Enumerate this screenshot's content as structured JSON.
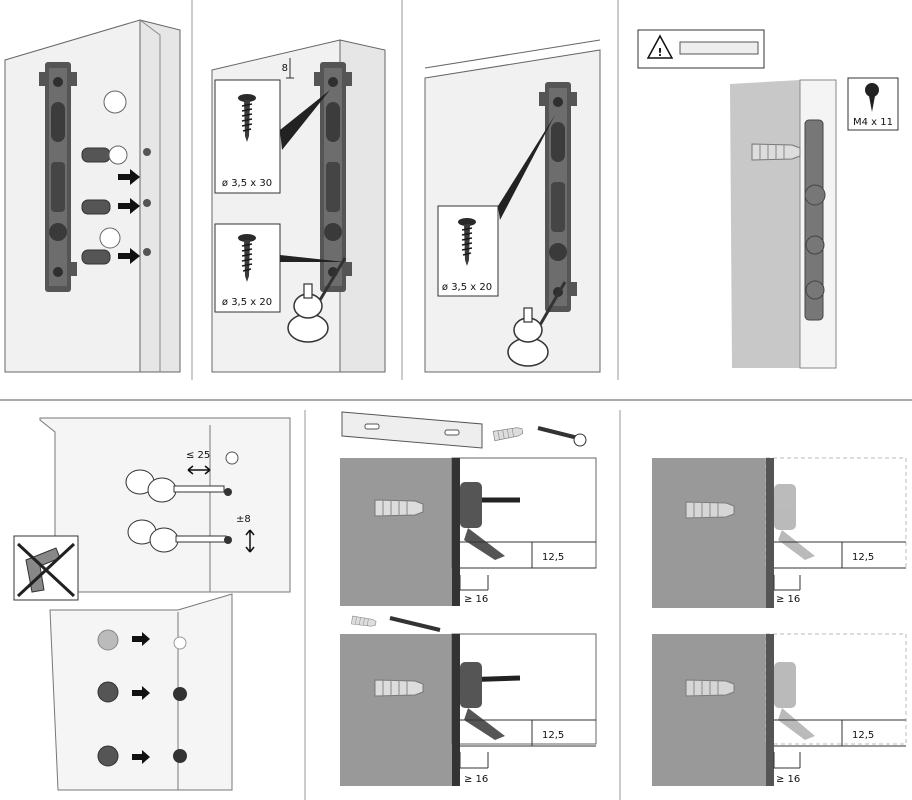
{
  "panels": {
    "p2": {
      "gap_label": "8",
      "screw_top": "ø 3,5 x 30",
      "screw_bottom": "ø 3,5 x 20"
    },
    "p3": {
      "screw": "ø 3,5 x 20"
    },
    "p4": {
      "screw": "M4 x 11",
      "warning_symbol": "!"
    },
    "p5": {
      "horizontal_limit": "≤ 25",
      "vertical_limit": "±8"
    },
    "p6": {
      "height_top": "12,5",
      "depth_top": "≥ 16",
      "height_bottom": "12,5",
      "depth_bottom": "≥ 16"
    },
    "p7": {
      "height_top": "12,5",
      "depth_top": "≥ 16",
      "height_bottom": "12,5",
      "depth_bottom": "≥ 16"
    }
  },
  "icons": [
    "warning-icon",
    "screw-icon",
    "screwdriver-icon",
    "drill-prohibited-icon",
    "arrow-right-icon",
    "wall-plug-icon",
    "wall-rail-icon",
    "hinge-bracket-icon"
  ]
}
